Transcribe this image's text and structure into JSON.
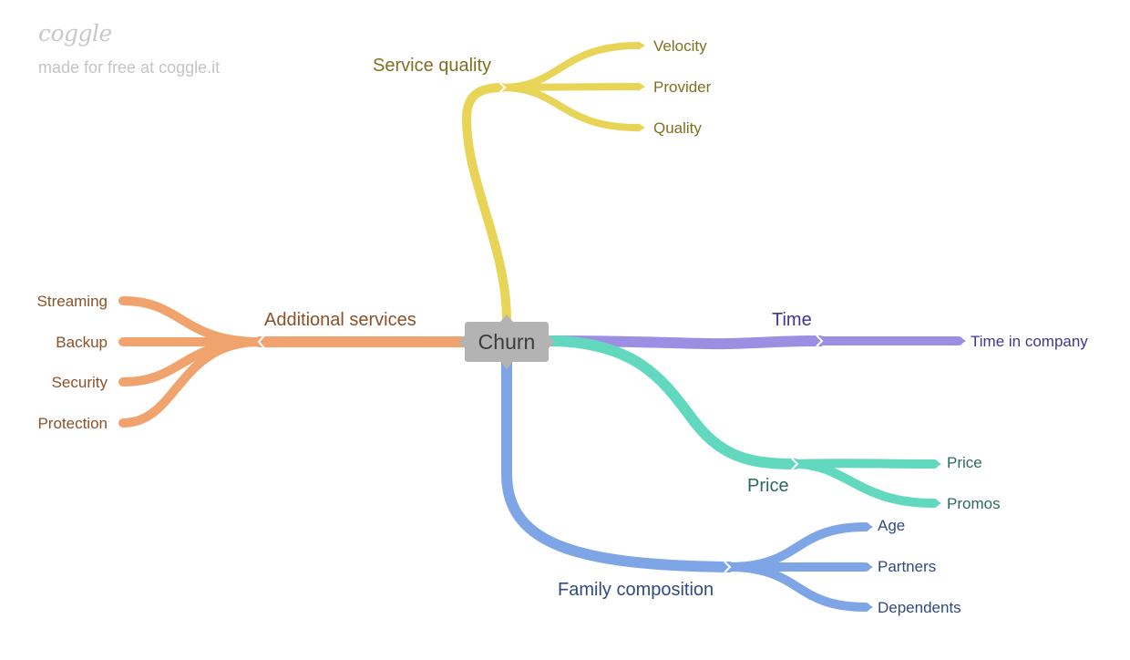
{
  "watermark": {
    "logo": "coggle",
    "text": "made for free at coggle.it"
  },
  "root": {
    "label": "Churn"
  },
  "branches": {
    "service_quality": {
      "label": "Service quality",
      "color": "#e8d558",
      "text_color": "#7f7020",
      "children": [
        "Velocity",
        "Provider",
        "Quality"
      ]
    },
    "additional_services": {
      "label": "Additional services",
      "color": "#f0a36c",
      "text_color": "#8a5128",
      "children": [
        "Streaming",
        "Backup",
        "Security",
        "Protection"
      ]
    },
    "time": {
      "label": "Time",
      "color": "#9b8ee3",
      "text_color": "#42358a",
      "children": [
        "Time in company"
      ]
    },
    "price": {
      "label": "Price",
      "color": "#62d8bf",
      "text_color": "#2b6b5c",
      "children": [
        "Price",
        "Promos"
      ]
    },
    "family_composition": {
      "label": "Family composition",
      "color": "#7ea6e6",
      "text_color": "#2f4a7c",
      "children": [
        "Age",
        "Partners",
        "Dependents"
      ]
    }
  }
}
